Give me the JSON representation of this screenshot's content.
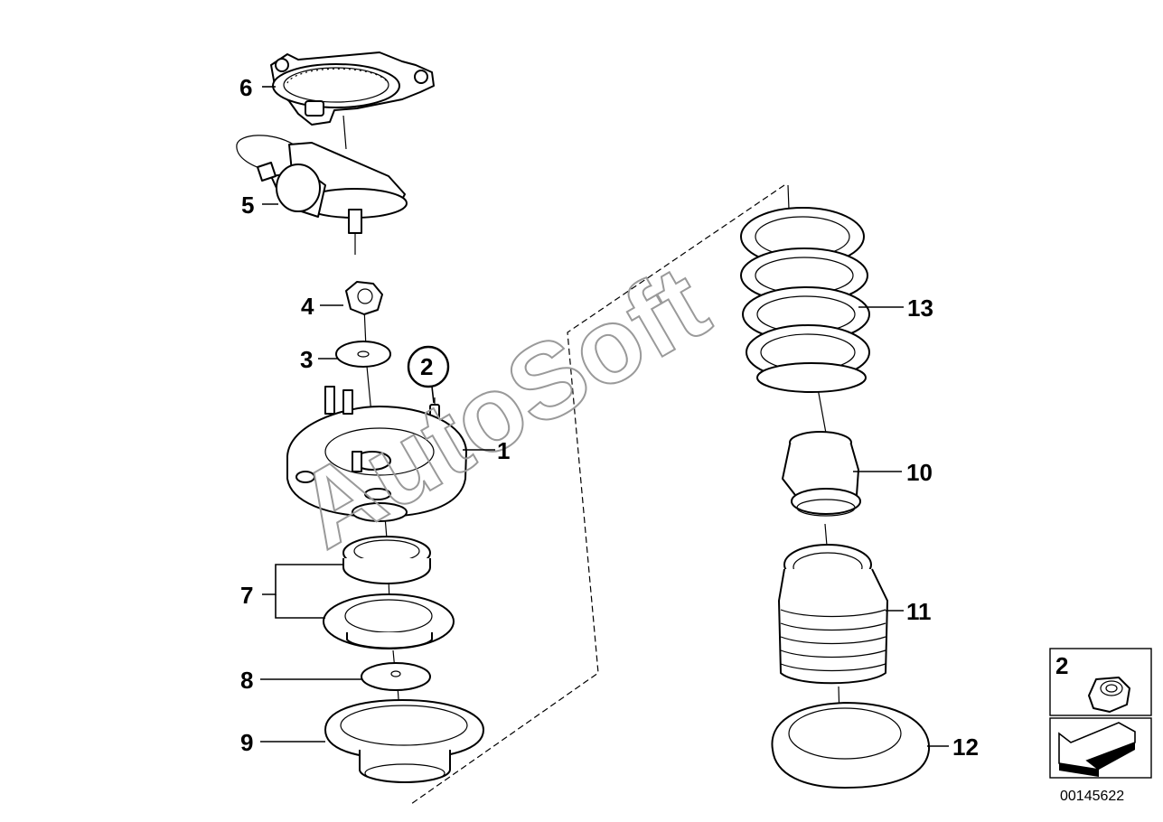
{
  "watermark": "AutoSoft",
  "diagram_id": "00145622",
  "callouts": [
    {
      "id": "6",
      "label": "6"
    },
    {
      "id": "5",
      "label": "5"
    },
    {
      "id": "4",
      "label": "4"
    },
    {
      "id": "3",
      "label": "3"
    },
    {
      "id": "2",
      "label": "2"
    },
    {
      "id": "1",
      "label": "1"
    },
    {
      "id": "7",
      "label": "7"
    },
    {
      "id": "8",
      "label": "8"
    },
    {
      "id": "9",
      "label": "9"
    },
    {
      "id": "13",
      "label": "13"
    },
    {
      "id": "10",
      "label": "10"
    },
    {
      "id": "11",
      "label": "11"
    },
    {
      "id": "12",
      "label": "12"
    }
  ],
  "inset": {
    "label": "2"
  }
}
